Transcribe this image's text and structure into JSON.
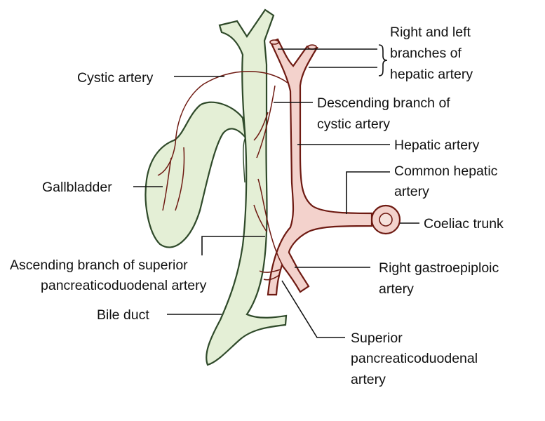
{
  "labels": {
    "right_left_1": "Right and left",
    "right_left_2": "branches of",
    "right_left_3": "hepatic artery",
    "cystic_artery": "Cystic artery",
    "desc_branch_1": "Descending branch of",
    "desc_branch_2": "cystic artery",
    "hepatic_artery": "Hepatic artery",
    "common_hepatic_1": "Common hepatic",
    "common_hepatic_2": "artery",
    "gallbladder": "Gallbladder",
    "coeliac_trunk": "Coeliac trunk",
    "asc_branch_1": "Ascending branch of superior",
    "asc_branch_2": "pancreaticoduodenal artery",
    "right_gastro_1": "Right gastroepiploic",
    "right_gastro_2": "artery",
    "bile_duct": "Bile duct",
    "sup_pancreatico_1": "Superior",
    "sup_pancreatico_2": "pancreaticoduodenal",
    "sup_pancreatico_3": "artery"
  },
  "colors": {
    "duct_fill": "#e4efd6",
    "duct_stroke": "#2f4a2a",
    "artery_fill": "#f3d2cc",
    "artery_stroke": "#6e1a12",
    "small_artery": "#6e1a12"
  }
}
